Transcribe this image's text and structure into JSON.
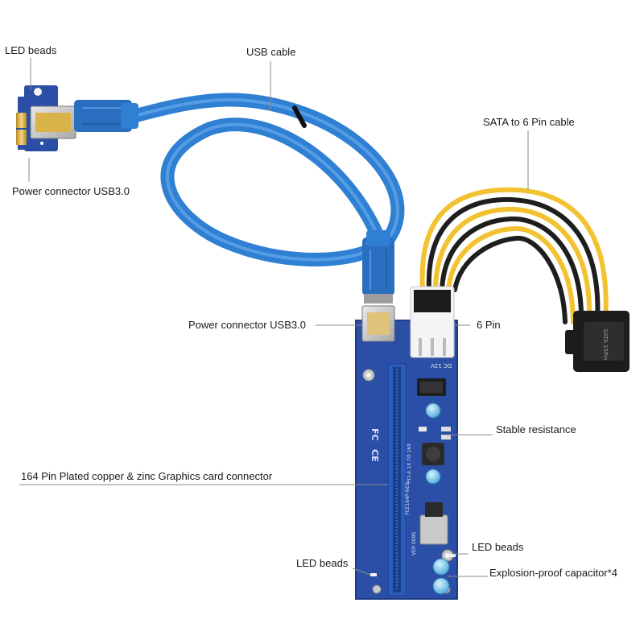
{
  "labels": {
    "led_beads_top": "LED beads",
    "usb_cable": "USB cable",
    "power_connector_small": "Power connector USB3.0",
    "sata_cable": "SATA to 6 Pin cable",
    "power_connector_riser": "Power connector USB3.0",
    "six_pin": "6 Pin",
    "stable_resistance": "Stable resistance",
    "graphics_connector": "164 Pin Plated copper & zinc Graphics card connector",
    "led_beads_right": "LED beads",
    "led_beads_left": "LED beads",
    "capacitor": "Explosion-proof capacitor*4"
  },
  "board_text": {
    "dc_12v": "DC 12V",
    "sata_15": "SATA 15Pin",
    "model": "PCE164P-N03",
    "version": "VER 009S",
    "pcie": "PCI-E 1X TO 16X",
    "fc": "FC",
    "ce": "CE"
  },
  "colors": {
    "pcb": "#2b4fa6",
    "cable": "#2f7fd3",
    "wire_yellow": "#f2c230",
    "wire_black": "#1e1e1e",
    "leader": "#8a8a8a"
  }
}
